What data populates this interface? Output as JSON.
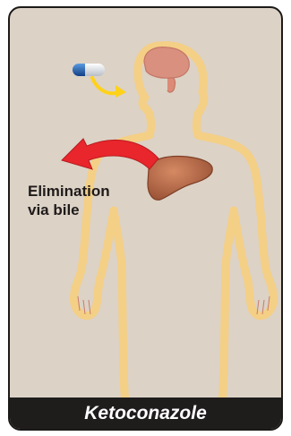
{
  "diagram": {
    "elimination_label": [
      "Elimination",
      "via bile"
    ],
    "drug_name": "Ketoconazole",
    "colors": {
      "background": "#dcd2c6",
      "body": "#e9a190",
      "body_glow": "#f6c98a",
      "liver": "#b5694a",
      "arrow_red": "#e8262b",
      "arrow_yellow": "#ffd21a",
      "capsule_blue": "#1d5fb0",
      "footer": "#1f1d1c"
    },
    "icons": [
      "capsule-icon",
      "liver-icon",
      "elimination-arrow-icon",
      "ingestion-arrow-icon"
    ]
  }
}
